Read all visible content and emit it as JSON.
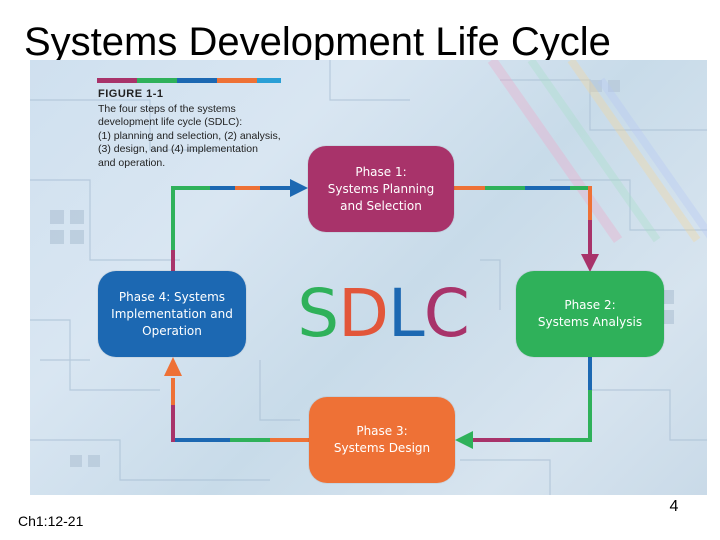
{
  "slide": {
    "title": "Systems Development Life Cycle",
    "slide_number": "4",
    "footer_ref": "Ch1:12-21"
  },
  "figure": {
    "label": "FIGURE 1-1",
    "caption_lines": [
      "The four steps of the systems",
      "development life cycle (SDLC):",
      "(1) planning and selection, (2) analysis,",
      "(3) design, and (4) implementation",
      "and operation."
    ],
    "center_label": {
      "letters": [
        {
          "char": "S",
          "color": "#2fb15a"
        },
        {
          "char": "D",
          "color": "#e2563a"
        },
        {
          "char": "L",
          "color": "#1c68b2"
        },
        {
          "char": "C",
          "color": "#a8336a"
        }
      ]
    },
    "phases": [
      {
        "id": "phase-1",
        "lines": [
          "Phase 1:",
          "Systems Planning",
          "and Selection"
        ],
        "color": "#a8336a"
      },
      {
        "id": "phase-2",
        "lines": [
          "Phase 2:",
          "Systems Analysis"
        ],
        "color": "#2fb15a"
      },
      {
        "id": "phase-3",
        "lines": [
          "Phase 3:",
          "Systems Design"
        ],
        "color": "#ee7136"
      },
      {
        "id": "phase-4",
        "lines": [
          "Phase 4: Systems",
          "Implementation and",
          "Operation"
        ],
        "color": "#1c68b2"
      }
    ],
    "accent_colors": [
      "#a8336a",
      "#2fb15a",
      "#1c68b2",
      "#ee7136",
      "#2a9fd6"
    ]
  }
}
